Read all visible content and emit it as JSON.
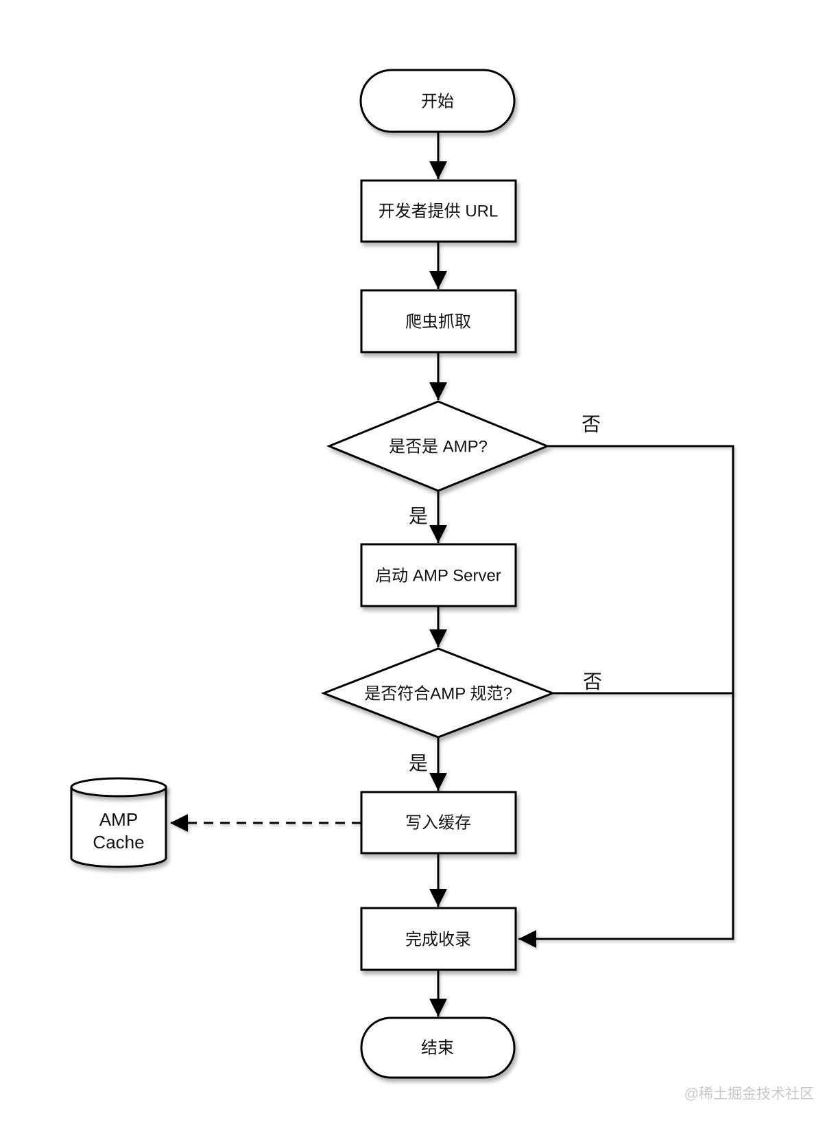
{
  "theme": {
    "page-bg": "#ffffff",
    "node-fill": "#ffffff",
    "stroke-color": "#000000",
    "text-color": "#111111",
    "watermark-color": "#c8c8c8"
  },
  "diagram": {
    "type": "flowchart",
    "nodes": {
      "start": {
        "type": "terminator",
        "label": "开始"
      },
      "provide_url": {
        "type": "process",
        "label": "开发者提供 URL"
      },
      "crawl": {
        "type": "process",
        "label": "爬虫抓取"
      },
      "is_amp": {
        "type": "decision",
        "label": "是否是 AMP?"
      },
      "amp_server": {
        "type": "process",
        "label": "启动 AMP Server"
      },
      "is_valid": {
        "type": "decision",
        "label": "是否符合AMP 规范?"
      },
      "write_cache": {
        "type": "process",
        "label": "写入缓存"
      },
      "amp_cache": {
        "type": "datastore",
        "label_line1": "AMP",
        "label_line2": "Cache"
      },
      "complete": {
        "type": "process",
        "label": "完成收录"
      },
      "end": {
        "type": "terminator",
        "label": "结束"
      }
    },
    "edges": [
      {
        "from": "start",
        "to": "provide_url",
        "label": "",
        "style": "solid"
      },
      {
        "from": "provide_url",
        "to": "crawl",
        "label": "",
        "style": "solid"
      },
      {
        "from": "crawl",
        "to": "is_amp",
        "label": "",
        "style": "solid"
      },
      {
        "from": "is_amp",
        "to": "amp_server",
        "label": "是",
        "style": "solid"
      },
      {
        "from": "is_amp",
        "to": "complete",
        "label": "否",
        "style": "solid"
      },
      {
        "from": "amp_server",
        "to": "is_valid",
        "label": "",
        "style": "solid"
      },
      {
        "from": "is_valid",
        "to": "write_cache",
        "label": "是",
        "style": "solid"
      },
      {
        "from": "is_valid",
        "to": "complete",
        "label": "否",
        "style": "solid"
      },
      {
        "from": "write_cache",
        "to": "amp_cache",
        "label": "",
        "style": "dashed"
      },
      {
        "from": "write_cache",
        "to": "complete",
        "label": "",
        "style": "solid"
      },
      {
        "from": "complete",
        "to": "end",
        "label": "",
        "style": "solid"
      }
    ]
  },
  "watermark": {
    "text": "@稀土掘金技术社区"
  }
}
